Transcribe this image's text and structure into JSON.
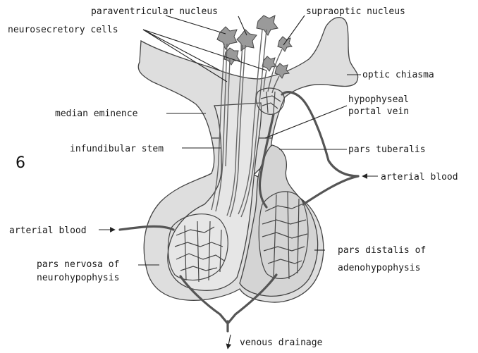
{
  "figure_number": "6",
  "labels": {
    "paraventricular": "paraventricular nucleus",
    "supraoptic": "supraoptic nucleus",
    "neurosecretory": "neurosecretory cells",
    "optic_chiasma": "optic chiasma",
    "hypophyseal_portal_vein_1": "hypophyseal",
    "hypophyseal_portal_vein_2": "portal vein",
    "median_eminence": "median eminence",
    "infundibular_stem": "infundibular stem",
    "pars_tuberalis": "pars tuberalis",
    "arterial_blood_right": "arterial blood",
    "arterial_blood_left": "arterial blood",
    "pars_distalis_1": "pars distalis of",
    "pars_distalis_2": "adenohypophysis",
    "pars_nervosa_1": "pars nervosa of",
    "pars_nervosa_2": "neurohypophysis",
    "venous_drainage": "venous drainage"
  },
  "colors": {
    "tissue_fill": "#dedede",
    "tissue_outline": "#444444",
    "vessel": "#555555",
    "background": "#ffffff"
  }
}
